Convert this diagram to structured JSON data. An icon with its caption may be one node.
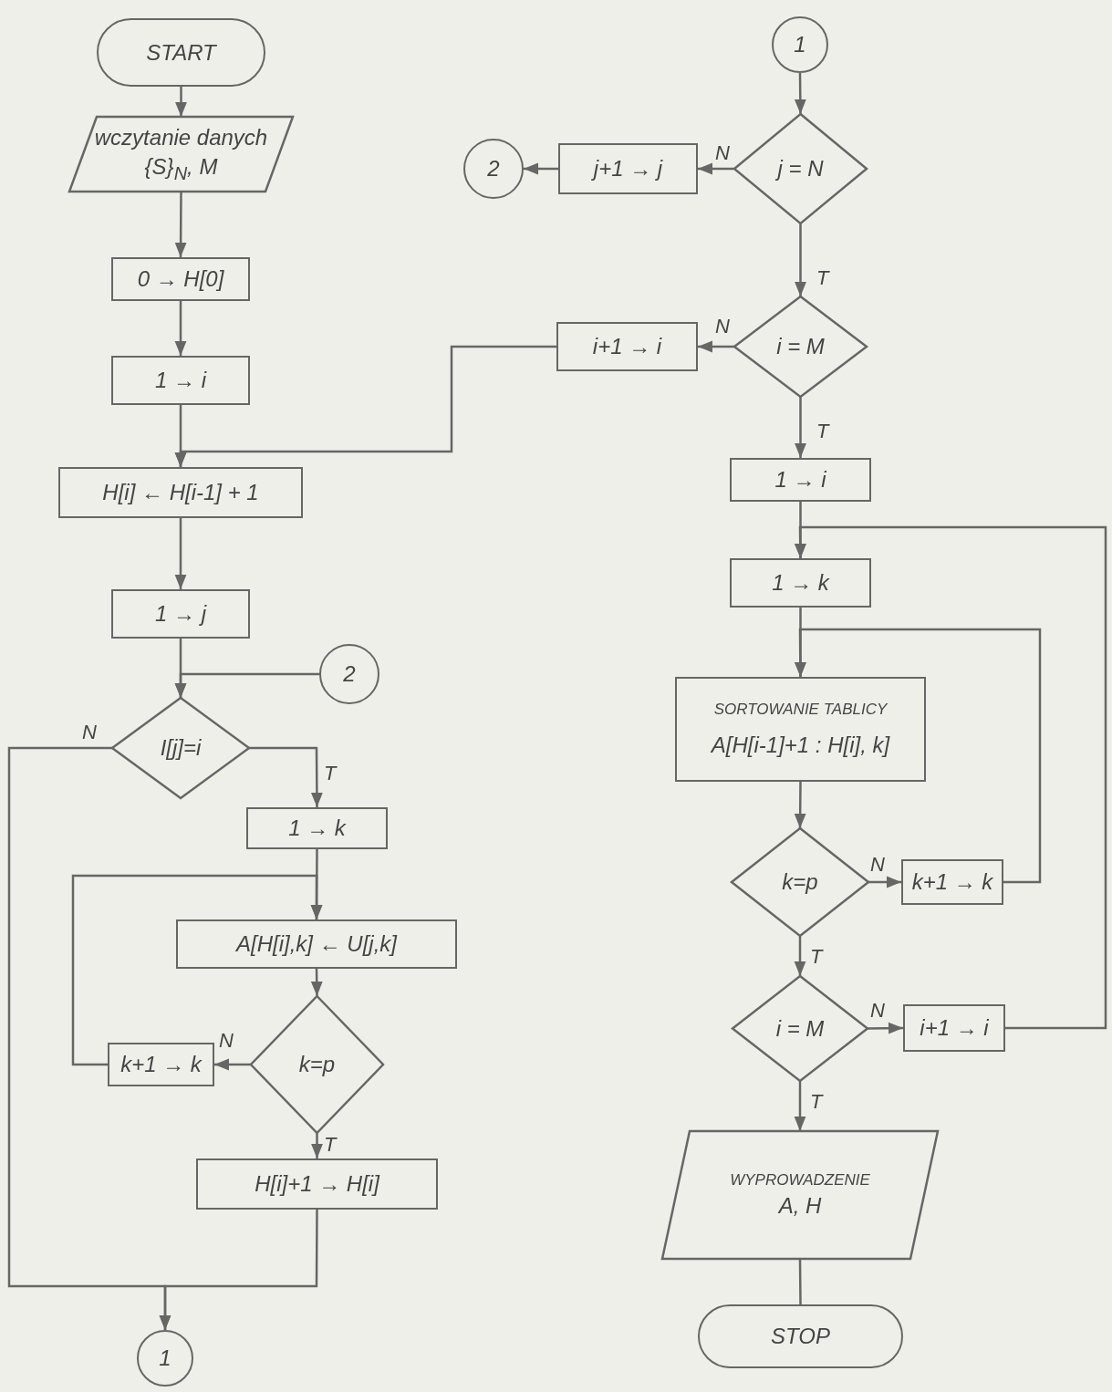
{
  "diagram": {
    "nodes": [
      {
        "text": [
          "START"
        ]
      },
      {
        "text": [
          "wczytanie danych",
          "{S}$_{N}$, M"
        ]
      },
      {
        "text": [
          "0 → H[0]"
        ]
      },
      {
        "text": [
          "1 → i"
        ]
      },
      {
        "text": [
          "H[i] ← H[i-1] + 1"
        ]
      },
      {
        "text": [
          "1 → j"
        ]
      },
      {
        "text": [
          "2"
        ]
      },
      {
        "text": [
          "I[j]=i"
        ]
      },
      {
        "text": [
          "1 → k"
        ]
      },
      {
        "text": [
          "A[H[i],k] ← U[j,k]"
        ]
      },
      {
        "text": [
          "k=p"
        ]
      },
      {
        "text": [
          "k+1 → k"
        ]
      },
      {
        "text": [
          "H[i]+1 → H[i]"
        ]
      },
      {
        "text": [
          "1"
        ]
      },
      {
        "text": [
          "1"
        ]
      },
      {
        "text": [
          "j = N"
        ]
      },
      {
        "text": [
          "j+1 → j"
        ]
      },
      {
        "text": [
          "2"
        ]
      },
      {
        "text": [
          "i = M"
        ]
      },
      {
        "text": [
          "i+1 → i"
        ]
      },
      {
        "text": [
          "1 → i"
        ]
      },
      {
        "text": [
          "1 → k"
        ]
      },
      {
        "text": [
          "SORTOWANIE TABLICY",
          "A[H[i-1]+1 : H[i], k]"
        ]
      },
      {
        "text": [
          "k=p"
        ]
      },
      {
        "text": [
          "k+1 → k"
        ]
      },
      {
        "text": [
          "i = M"
        ]
      },
      {
        "text": [
          "i+1 → i"
        ]
      },
      {
        "text": [
          "WYPROWADZENIE",
          "A, H"
        ]
      },
      {
        "text": [
          "STOP"
        ]
      }
    ],
    "edges": [
      {
        "from": 0,
        "to": 1,
        "arrow": "to"
      },
      {
        "from": 1,
        "to": 2,
        "arrow": "to"
      },
      {
        "from": 2,
        "to": 3,
        "arrow": "to"
      },
      {
        "from": 3,
        "to": 4,
        "arrow": "to"
      },
      {
        "from": 4,
        "to": 5,
        "arrow": "to"
      },
      {
        "from": 5,
        "to": 7,
        "arrow": "to"
      },
      {
        "from": 6,
        "to": 7,
        "arrow": "to"
      },
      {
        "from": 7,
        "to": 8,
        "arrow": "to",
        "label": "T"
      },
      {
        "from": 7,
        "to": 13,
        "arrow": "to",
        "label": "N"
      },
      {
        "from": 8,
        "to": 9,
        "arrow": "to"
      },
      {
        "from": 9,
        "to": 10,
        "arrow": "to"
      },
      {
        "from": 10,
        "to": 11,
        "arrow": "to",
        "label": "N"
      },
      {
        "from": 11,
        "to": 9,
        "arrow": "to"
      },
      {
        "from": 10,
        "to": 12,
        "arrow": "to",
        "label": "T"
      },
      {
        "from": 12,
        "to": 13,
        "arrow": "to"
      },
      {
        "from": 14,
        "to": 15,
        "arrow": "to"
      },
      {
        "from": 15,
        "to": 16,
        "arrow": "to",
        "label": "N"
      },
      {
        "from": 16,
        "to": 17,
        "arrow": "to"
      },
      {
        "from": 15,
        "to": 18,
        "arrow": "to",
        "label": "T"
      },
      {
        "from": 18,
        "to": 19,
        "arrow": "to",
        "label": "N"
      },
      {
        "from": 19,
        "to": 4,
        "arrow": "to"
      },
      {
        "from": 18,
        "to": 20,
        "arrow": "to",
        "label": "T"
      },
      {
        "from": 20,
        "to": 21,
        "arrow": "to"
      },
      {
        "from": 21,
        "to": 22,
        "arrow": "to"
      },
      {
        "from": 22,
        "to": 23,
        "arrow": "to"
      },
      {
        "from": 23,
        "to": 24,
        "arrow": "to",
        "label": "N"
      },
      {
        "from": 24,
        "to": 22,
        "arrow": "to"
      },
      {
        "from": 23,
        "to": 25,
        "arrow": "to",
        "label": "T"
      },
      {
        "from": 25,
        "to": 26,
        "arrow": "to",
        "label": "N"
      },
      {
        "from": 26,
        "to": 21,
        "arrow": "to"
      },
      {
        "from": 25,
        "to": 27,
        "arrow": "to",
        "label": "T"
      },
      {
        "from": 27,
        "to": 28,
        "arrow": "none"
      }
    ]
  }
}
